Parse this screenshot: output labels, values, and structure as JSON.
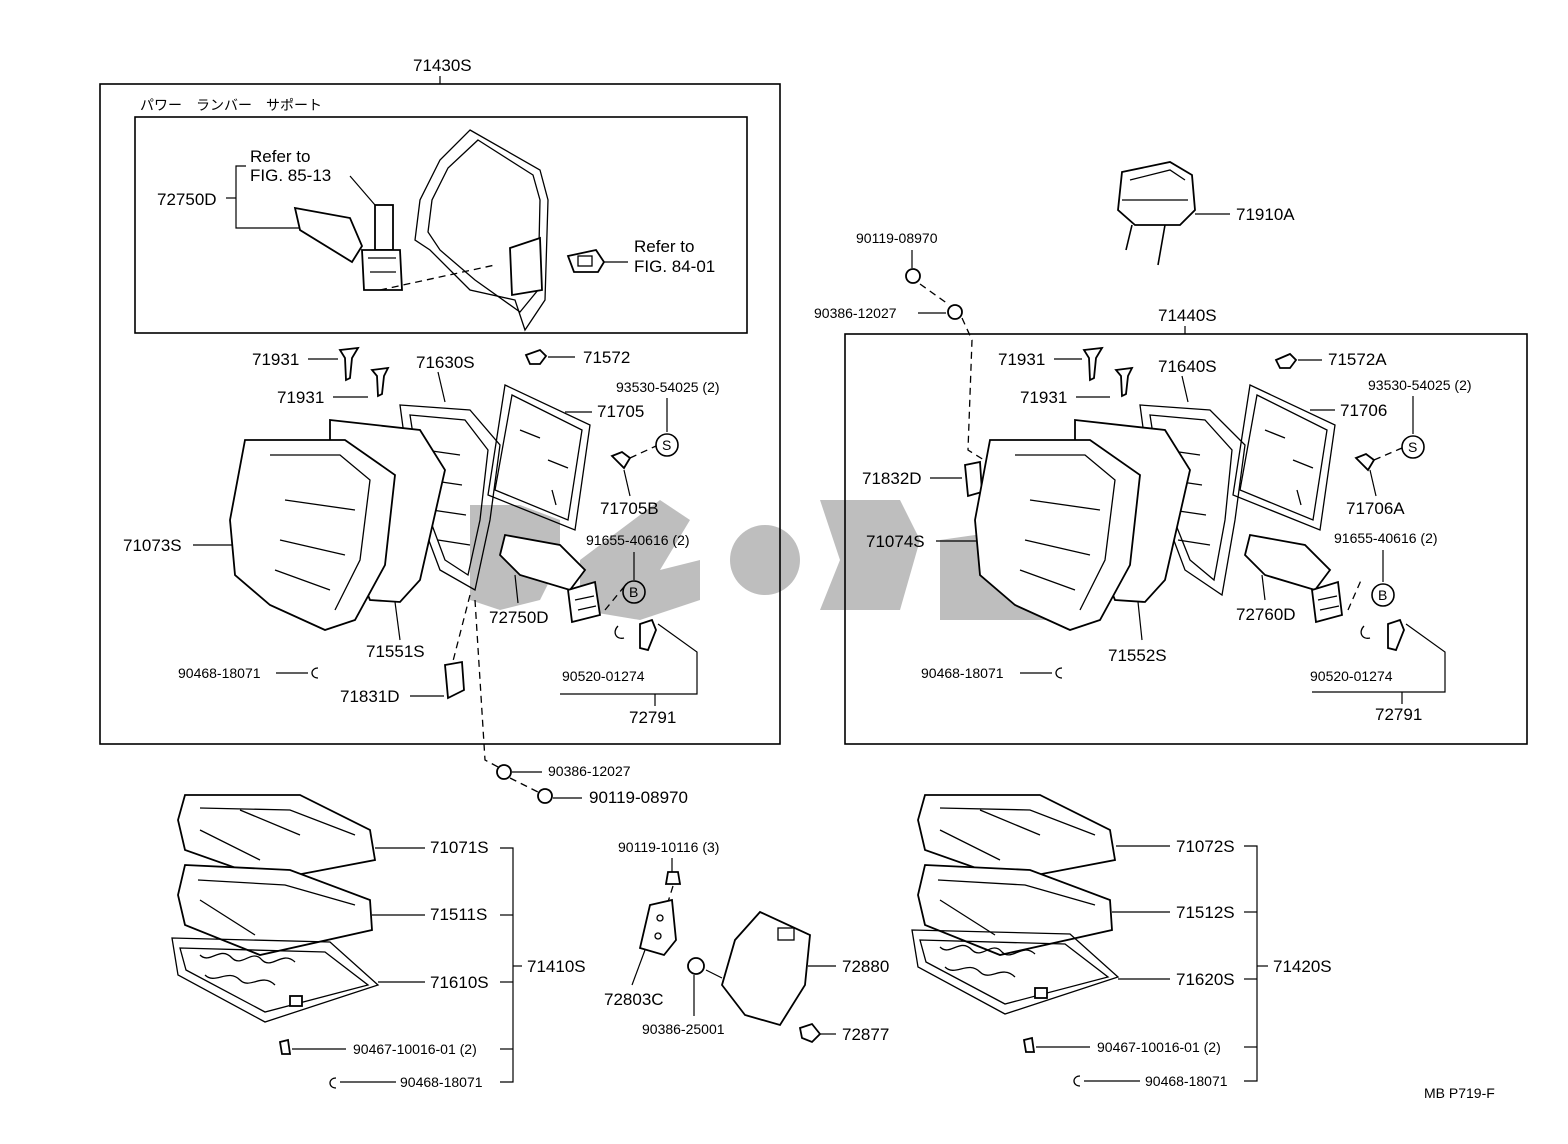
{
  "drawing_code": "MB P719-F",
  "left_assembly": {
    "group_no": "71430S",
    "lumbar_title": "パワー　ランバー　サポート",
    "refer1_line1": "Refer to",
    "refer1_line2": "FIG. 85-13",
    "refer2_line1": "Refer to",
    "refer2_line2": "FIG. 84-01",
    "p72750D_a": "72750D",
    "p71931_a": "71931",
    "p71931_b": "71931",
    "p71630S": "71630S",
    "p71572": "71572",
    "p93530": "93530-54025 (2)",
    "p71705": "71705",
    "p71705B": "71705B",
    "p71073S": "71073S",
    "p91655": "91655-40616 (2)",
    "p72750D_b": "72750D",
    "p71551S": "71551S",
    "p90468": "90468-18071",
    "p90520": "90520-01274",
    "p71831D": "71831D",
    "p72791": "72791",
    "sym_s": "S",
    "sym_b": "B"
  },
  "left_lower": {
    "p90386": "90386-12027",
    "p90119": "90119-08970",
    "p71071S": "71071S",
    "p71511S": "71511S",
    "p71610S": "71610S",
    "p71410S": "71410S",
    "p90467": "90467-10016-01 (2)",
    "p90468": "90468-18071"
  },
  "center": {
    "p90119_10116": "90119-10116 (3)",
    "p72803C": "72803C",
    "p90386_25001": "90386-25001",
    "p72880": "72880",
    "p72877": "72877"
  },
  "right_assembly": {
    "p90119": "90119-08970",
    "p71910A": "71910A",
    "p90386": "90386-12027",
    "group_no": "71440S",
    "p71931_a": "71931",
    "p71931_b": "71931",
    "p71640S": "71640S",
    "p71572A": "71572A",
    "p93530": "93530-54025 (2)",
    "p71706": "71706",
    "p71706A": "71706A",
    "p71832D": "71832D",
    "p71074S": "71074S",
    "p91655": "91655-40616 (2)",
    "p72760D": "72760D",
    "p71552S": "71552S",
    "p90468": "90468-18071",
    "p90520": "90520-01274",
    "p72791": "72791",
    "sym_s": "S",
    "sym_b": "B"
  },
  "right_lower": {
    "p71072S": "71072S",
    "p71512S": "71512S",
    "p71620S": "71620S",
    "p71420S": "71420S",
    "p90467": "90467-10016-01 (2)",
    "p90468": "90468-18071"
  }
}
